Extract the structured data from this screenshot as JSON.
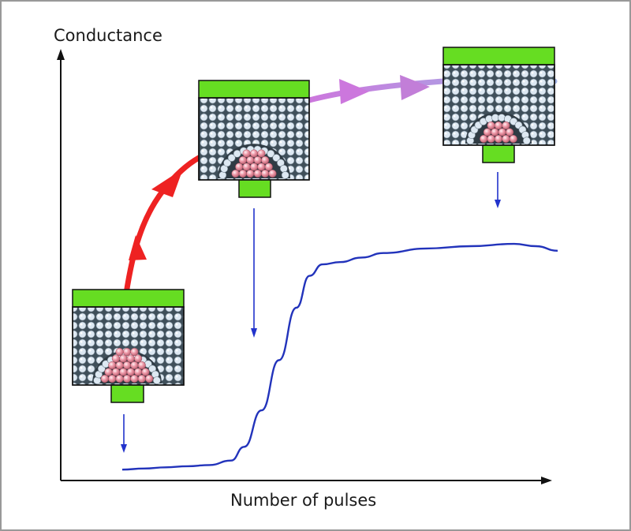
{
  "axes": {
    "y_label": "Conductance",
    "x_label": "Number of pulses"
  },
  "chart_data": {
    "type": "line",
    "series": [
      {
        "x": [
          0.0,
          0.05,
          0.1,
          0.15,
          0.2,
          0.25,
          0.28,
          0.32,
          0.36,
          0.4,
          0.43,
          0.46,
          0.5,
          0.55,
          0.6,
          0.7,
          0.8,
          0.9,
          0.95,
          1.0
        ],
        "y": [
          0.02,
          0.025,
          0.03,
          0.035,
          0.04,
          0.06,
          0.12,
          0.28,
          0.5,
          0.73,
          0.87,
          0.92,
          0.93,
          0.95,
          0.97,
          0.99,
          1.0,
          1.01,
          1.0,
          0.98
        ]
      }
    ],
    "xlim": [
      0,
      1
    ],
    "ylim": [
      0,
      1.1
    ],
    "grid": false
  },
  "colors": {
    "electrode": "#66dd22",
    "matrix_atom": "#dde8f2",
    "matrix_bg": "#3f4f5a",
    "filament_atom": "#e8889a",
    "curve": "#2233bb",
    "arrow_blue": "#2233cc",
    "path_red": "#ee2222",
    "path_violet": "#cc77dd",
    "path_lightblue": "#99aadd",
    "frame": "#999999"
  },
  "stages": [
    {
      "name": "low-conductance-state",
      "filament_level": 1
    },
    {
      "name": "mid-conductance-state",
      "filament_level": 2
    },
    {
      "name": "high-conductance-state",
      "filament_level": 3
    }
  ]
}
